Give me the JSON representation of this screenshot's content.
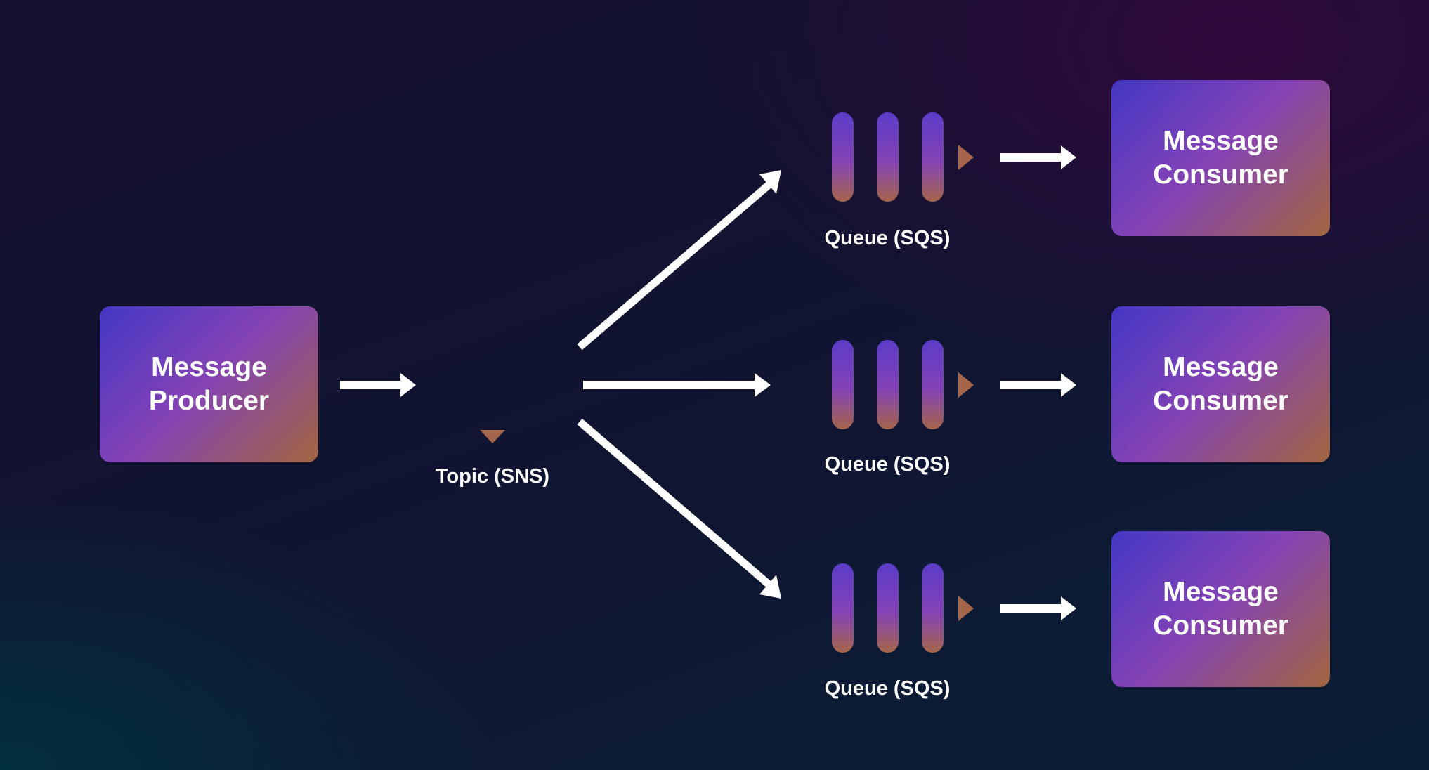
{
  "producer": {
    "line1": "Message",
    "line2": "Producer"
  },
  "topic": {
    "label": "Topic (SNS)"
  },
  "queues": [
    {
      "label": "Queue (SQS)"
    },
    {
      "label": "Queue (SQS)"
    },
    {
      "label": "Queue (SQS)"
    }
  ],
  "consumers": [
    {
      "line1": "Message",
      "line2": "Consumer"
    },
    {
      "line1": "Message",
      "line2": "Consumer"
    },
    {
      "line1": "Message",
      "line2": "Consumer"
    }
  ],
  "colors": {
    "gradient_start": "#4337c5",
    "gradient_mid": "#8443b5",
    "gradient_end": "#a2663f",
    "arrow": "#ffffff",
    "text": "#ffffff"
  }
}
